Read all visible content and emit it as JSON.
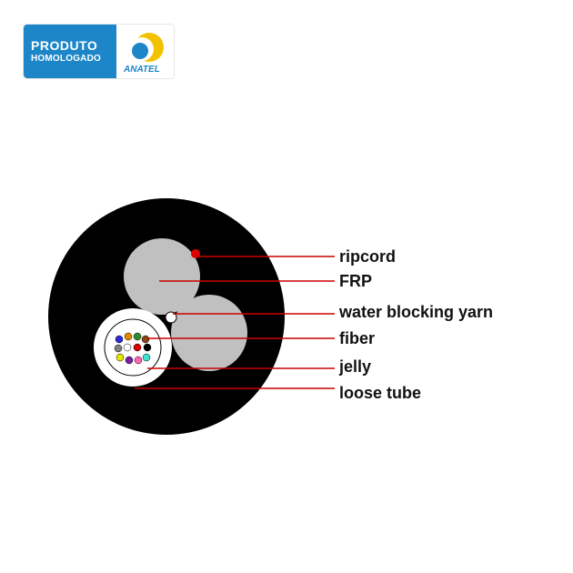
{
  "badge": {
    "line1": "PRODUTO",
    "line2": "HOMOLOGADO",
    "logo_text": "ANATEL",
    "colors": {
      "blue": "#1d86c9",
      "yellow": "#f2c200"
    }
  },
  "diagram": {
    "labels": [
      {
        "id": "ripcord",
        "text": "ripcord"
      },
      {
        "id": "frp",
        "text": "FRP"
      },
      {
        "id": "water-blocking-yarn",
        "text": "water blocking yarn"
      },
      {
        "id": "fiber",
        "text": "fiber"
      },
      {
        "id": "jelly",
        "text": "jelly"
      },
      {
        "id": "loose-tube",
        "text": "loose tube"
      }
    ],
    "colors": {
      "sheath": "#000000",
      "frp": "#c0c0c0",
      "ripcord": "#e00000",
      "leader_line": "#cc0000",
      "loose_tube": "#ffffff",
      "fibers": [
        "#2b2bd6",
        "#e08a00",
        "#2e8b2e",
        "#8b4513",
        "#808080",
        "#ffffff",
        "#e00000",
        "#000000",
        "#e6e600",
        "#7a1fa2",
        "#ff69b4",
        "#40e0d0"
      ]
    }
  }
}
